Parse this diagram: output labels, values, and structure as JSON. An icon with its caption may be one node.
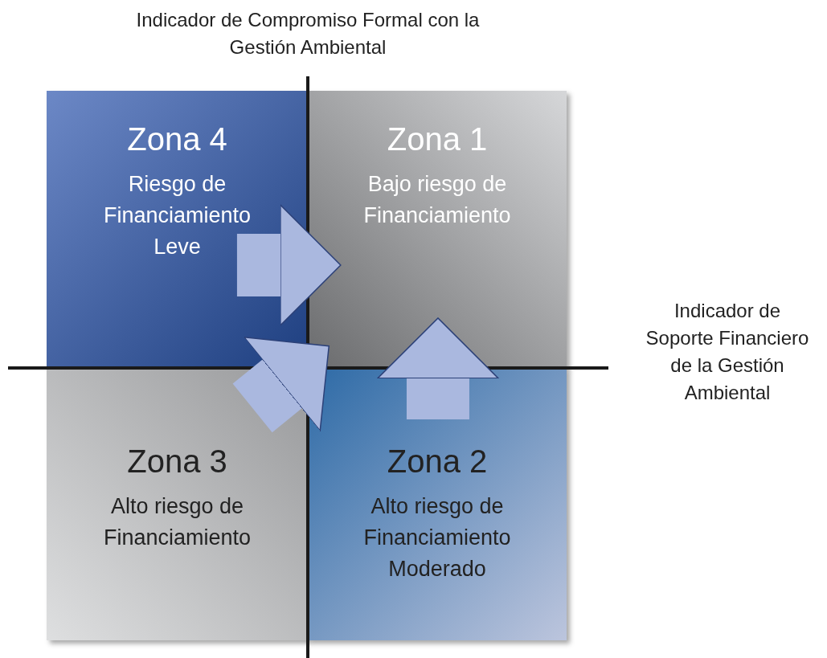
{
  "diagram": {
    "nodes": [
      {
        "text": [
          "Zona 4",
          "Riesgo de Financiamiento Leve"
        ]
      },
      {
        "text": [
          "Zona 1",
          "Bajo riesgo de Financiamiento"
        ]
      },
      {
        "text": [
          "Zona 3",
          "Alto riesgo de Financiamiento"
        ]
      },
      {
        "text": [
          "Zona 2",
          "Alto riesgo de Financiamiento Moderado"
        ]
      }
    ],
    "edges": [
      {
        "from": 0,
        "to": 1,
        "arrow": "to"
      },
      {
        "from": 2,
        "to": 1,
        "arrow": "to"
      },
      {
        "from": 3,
        "to": 1,
        "arrow": "to"
      }
    ],
    "labels": [
      "Indicador de Compromiso Formal con la Gestión Ambiental",
      "Indicador de Soporte Financiero de la Gestión Ambiental"
    ]
  }
}
